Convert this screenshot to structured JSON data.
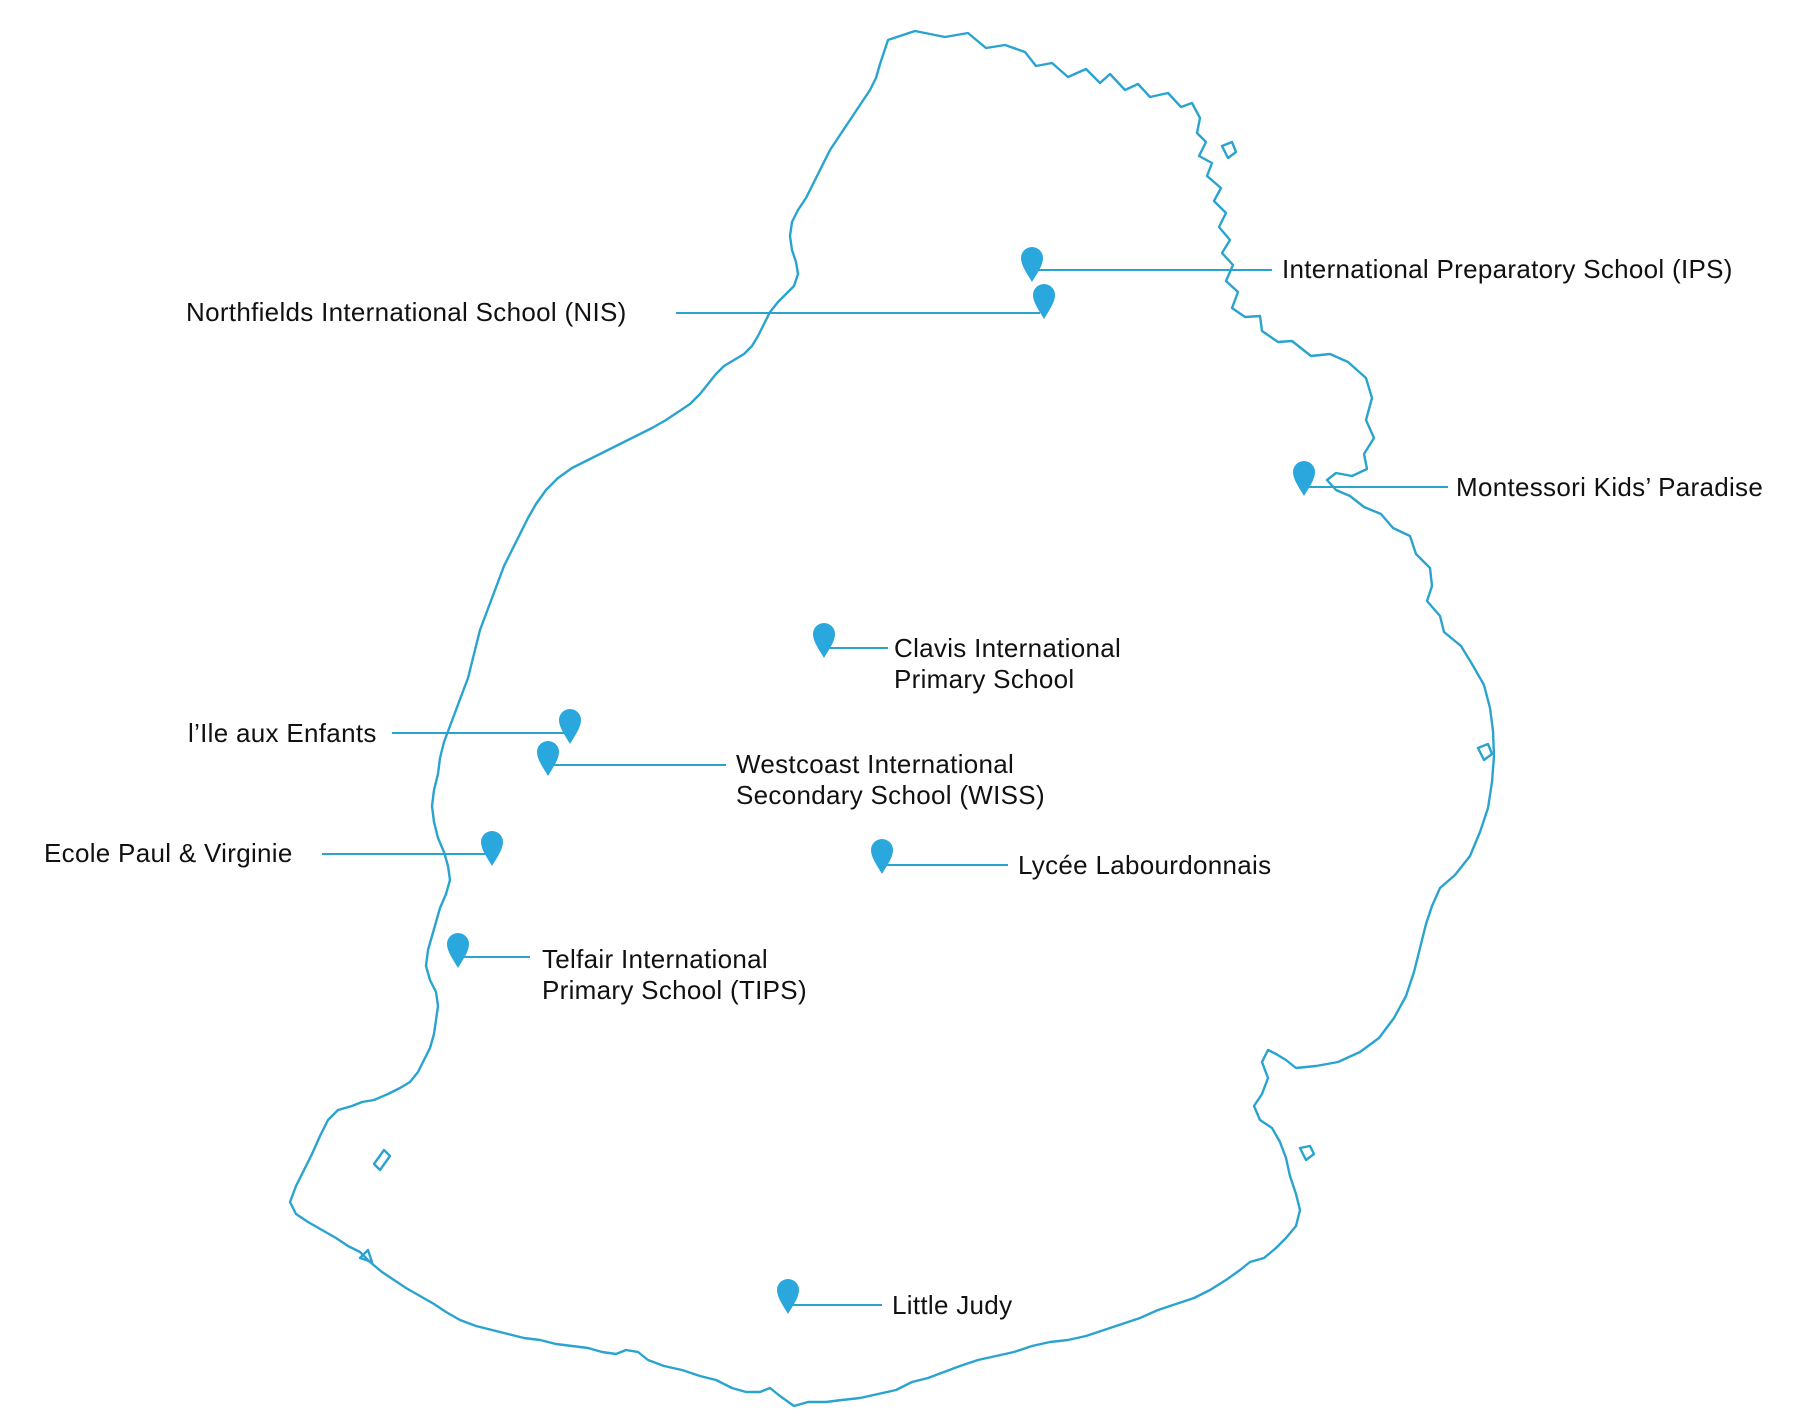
{
  "map": {
    "colors": {
      "coastline": "#2aa3cf",
      "pin": "#2aa7dc",
      "label": "#111111",
      "background": "#ffffff"
    },
    "schools": [
      {
        "id": "ips",
        "lines": [
          "International Preparatory School (IPS)"
        ]
      },
      {
        "id": "nis",
        "lines": [
          "Northfields International School (NIS)"
        ]
      },
      {
        "id": "montessori",
        "lines": [
          "Montessori Kids’ Paradise"
        ]
      },
      {
        "id": "clavis",
        "lines": [
          "Clavis International",
          "Primary School"
        ]
      },
      {
        "id": "ile-aux-enfants",
        "lines": [
          "l’Ile aux Enfants"
        ]
      },
      {
        "id": "wiss",
        "lines": [
          "Westcoast International",
          "Secondary School (WISS)"
        ]
      },
      {
        "id": "paul-virginie",
        "lines": [
          "Ecole Paul & Virginie"
        ]
      },
      {
        "id": "labourdonnais",
        "lines": [
          "Lycée Labourdonnais"
        ]
      },
      {
        "id": "tips",
        "lines": [
          "Telfair International",
          "Primary School (TIPS)"
        ]
      },
      {
        "id": "little-judy",
        "lines": [
          "Little Judy"
        ]
      }
    ]
  }
}
